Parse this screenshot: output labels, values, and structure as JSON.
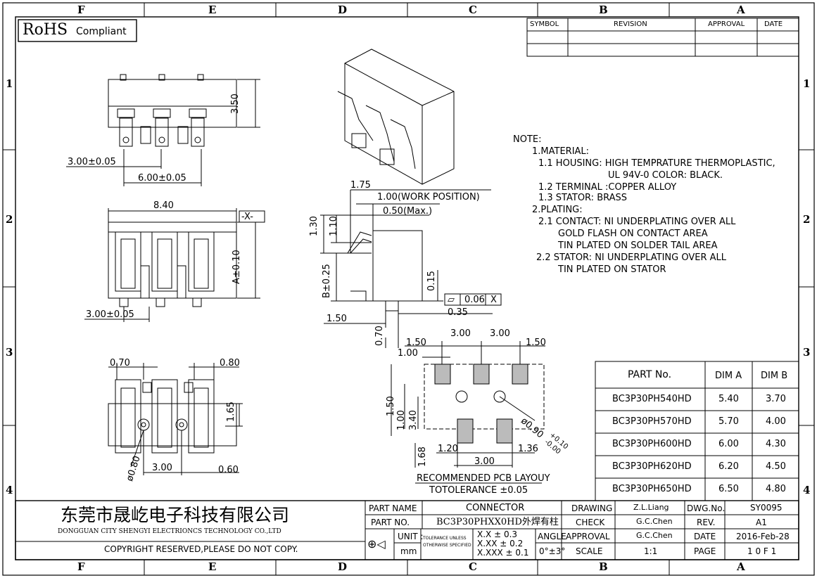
{
  "zones": {
    "cols": [
      "F",
      "E",
      "D",
      "C",
      "B",
      "A"
    ],
    "rows": [
      "1",
      "2",
      "3",
      "4"
    ]
  },
  "rohs": {
    "main": "RoHS",
    "sub": "Compliant"
  },
  "revision_table": {
    "symbol": "SYMBOL",
    "revision": "REVISION",
    "approval": "APPROVAL",
    "date": "DATE"
  },
  "views": {
    "top": {
      "height": "3.50",
      "pitch_half": "3.00±0.05",
      "pitch": "6.00±0.05"
    },
    "front": {
      "width": "8.40",
      "datum": "-X-",
      "dimA": "A±0.10",
      "pitch_half": "3.00±0.05"
    },
    "bottom": {
      "left": "0.70",
      "right": "0.80",
      "height": "1.65",
      "hole": "ø0.80",
      "pitch": "3.00",
      "offset": "0.60"
    },
    "side": {
      "d175": "1.75",
      "work": "1.00(WORK POSITION)",
      "max": "0.50(Max.)",
      "d130": "1.30",
      "d110": "1.10",
      "dimB": "B±0.25",
      "d015": "0.15",
      "flatness_sym": "▱",
      "flatness_val": "0.06",
      "flatness_ref": "X",
      "d035": "0.35",
      "d150": "1.50",
      "d070": "0.70"
    },
    "pcb": {
      "d150a": "1.50",
      "d300a": "3.00",
      "d300b": "3.00",
      "d150b": "1.50",
      "d100a": "1.00",
      "v150": "1.50",
      "v340": "3.40",
      "v100": "1.00",
      "hole": "ø0.90",
      "tol_plus": "+0.10",
      "tol_minus": "-0.00",
      "d120": "1.20",
      "d136": "1.36",
      "v168": "1.68",
      "d300c": "3.00",
      "title": "RECOMMENDED PCB LAYOUY",
      "tolerance": "TOTOLERANCE ±0.05"
    }
  },
  "notes": {
    "lines": [
      "NOTE:",
      "1.MATERIAL:",
      "1.1 HOUSING: HIGH TEMPRATURE THERMOPLASTIC,",
      "UL 94V-0 COLOR: BLACK.",
      "1.2 TERMINAL :COPPER ALLOY",
      "1.3 STATOR: BRASS",
      "2.PLATING:",
      "2.1 CONTACT: NI UNDERPLATING OVER ALL",
      "GOLD FLASH ON CONTACT AREA",
      "TIN PLATED ON SOLDER TAIL AREA",
      "2.2 STATOR: NI UNDERPLATING OVER ALL",
      "TIN PLATED ON STATOR"
    ]
  },
  "parts_table": {
    "headers": [
      "PART No.",
      "DIM A",
      "DIM B"
    ],
    "rows": [
      [
        "BC3P30PH540HD",
        "5.40",
        "3.70"
      ],
      [
        "BC3P30PH570HD",
        "5.70",
        "4.00"
      ],
      [
        "BC3P30PH600HD",
        "6.00",
        "4.30"
      ],
      [
        "BC3P30PH620HD",
        "6.20",
        "4.50"
      ],
      [
        "BC3P30PH650HD",
        "6.50",
        "4.80"
      ]
    ]
  },
  "title_block": {
    "company_cn": "东莞市晟屹电子科技有限公司",
    "company_en": "DONGGUAN CITY SHENGYI ELECTRIONCS TECHNOLOGY CO.,LTD",
    "copyright": "COPYRIGHT RESERVED,PLEASE DO NOT COPY.",
    "part_name_label": "PART NAME",
    "part_name": "CONNECTOR",
    "part_no_label": "PART NO.",
    "part_no": "BC3P30PHXX0HD外焊有柱",
    "unit_label": "UNIT :",
    "unit": "mm",
    "tol_note1": "TOLERANCE UNLESS",
    "tol_note2": "OTHERWISE SPECIFIED",
    "tol1": "X.X ± 0.3",
    "tol2": "X.XX ± 0.2",
    "tol3": "X.XXX ± 0.1",
    "angle_label": "ANGLE",
    "angle": "0°±3°",
    "drawing_label": "DRAWING",
    "drawing": "Z.L.Liang",
    "check_label": "CHECK",
    "check": "G.C.Chen",
    "approval_label": "APPROVAL",
    "approval": "G.C.Chen",
    "scale_label": "SCALE",
    "scale": "1:1",
    "dwg_label": "DWG.No.",
    "dwg": "SY0095",
    "rev_label": "REV.",
    "rev": "A1",
    "date_label": "DATE",
    "date": "2016-Feb-28",
    "page_label": "PAGE",
    "page": "1 0 F 1"
  }
}
